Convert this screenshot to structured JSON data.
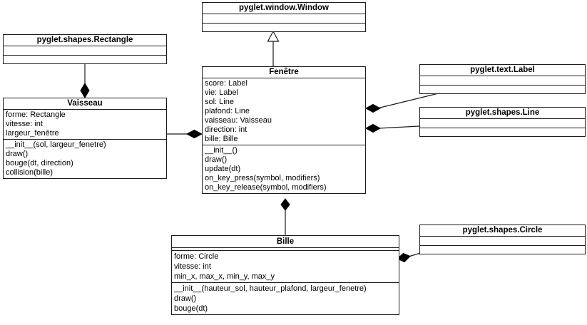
{
  "diagram": {
    "type": "uml-class-diagram",
    "background_color": "#ffffff",
    "line_color": "#1a1a1a",
    "text_color": "#000000"
  },
  "classes": {
    "window": {
      "title": "pyglet.window.Window",
      "attributes": [],
      "methods": []
    },
    "rectangle": {
      "title": "pyglet.shapes.Rectangle",
      "attributes": [],
      "methods": []
    },
    "label": {
      "title": "pyglet.text.Label",
      "attributes": [],
      "methods": []
    },
    "line": {
      "title": "pyglet.shapes.Line",
      "attributes": [],
      "methods": []
    },
    "circle": {
      "title": "pyglet.shapes.Circle",
      "attributes": [],
      "methods": []
    },
    "vaisseau": {
      "title": "Vaisseau",
      "attributes": [
        "forme: Rectangle",
        "vitesse: int",
        "largeur_fenêtre"
      ],
      "methods": [
        "__init__(sol, largeur_fenetre)",
        "draw()",
        "bouge(dt, direction)",
        "collision(bille)"
      ]
    },
    "fenetre": {
      "title": "Fenêtre",
      "attributes": [
        "score: Label",
        "vie: Label",
        "sol: Line",
        "plafond: Line",
        "vaisseau: Vaisseau",
        "direction: int",
        "bille: Bille"
      ],
      "methods": [
        "__init__()",
        "draw()",
        "update(dt)",
        "on_key_press(symbol, modifiers)",
        "on_key_release(symbol, modifiers)"
      ]
    },
    "bille": {
      "title": "Bille",
      "attributes": [
        "forme: Circle",
        "vitesse: int",
        "min_x, max_x, min_y, max_y"
      ],
      "methods": [
        "__init__(hauteur_sol, hauteur_plafond, largeur_fenetre)",
        "draw()",
        "bouge(dt)"
      ]
    }
  },
  "relationships": [
    {
      "type": "inheritance",
      "from": "Fenêtre",
      "to": "pyglet.window.Window"
    },
    {
      "type": "composition",
      "whole": "Vaisseau",
      "part": "pyglet.shapes.Rectangle"
    },
    {
      "type": "composition",
      "whole": "Fenêtre",
      "part": "Vaisseau"
    },
    {
      "type": "composition",
      "whole": "Fenêtre",
      "part": "pyglet.text.Label"
    },
    {
      "type": "composition",
      "whole": "Fenêtre",
      "part": "pyglet.shapes.Line"
    },
    {
      "type": "composition",
      "whole": "Fenêtre",
      "part": "Bille"
    },
    {
      "type": "composition",
      "whole": "Bille",
      "part": "pyglet.shapes.Circle"
    }
  ]
}
